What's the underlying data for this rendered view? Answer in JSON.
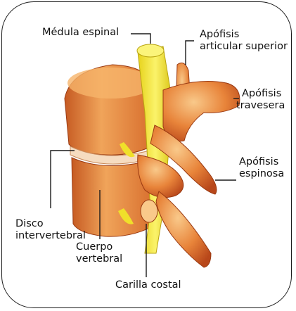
{
  "labels": {
    "medula": "Médula espinal",
    "apofisis_articular_l1": "Apófisis",
    "apofisis_articular_l2": "articular superior",
    "apofisis_transversa_l1": "Apófisis",
    "apofisis_transversa_l2": "travesera",
    "apofisis_espinosa_l1": "Apófisis",
    "apofisis_espinosa_l2": "espinosa",
    "disco_l1": "Disco",
    "disco_l2": "intervertebral",
    "cuerpo_l1": "Cuerpo",
    "cuerpo_l2": "vertebral",
    "carilla": "Carilla costal"
  },
  "colors": {
    "bone_light": "#f4b063",
    "bone_mid": "#e47a2c",
    "bone_dark": "#b8471a",
    "spinal_cord": "#f5ea2a",
    "line": "#1a1a1a"
  }
}
